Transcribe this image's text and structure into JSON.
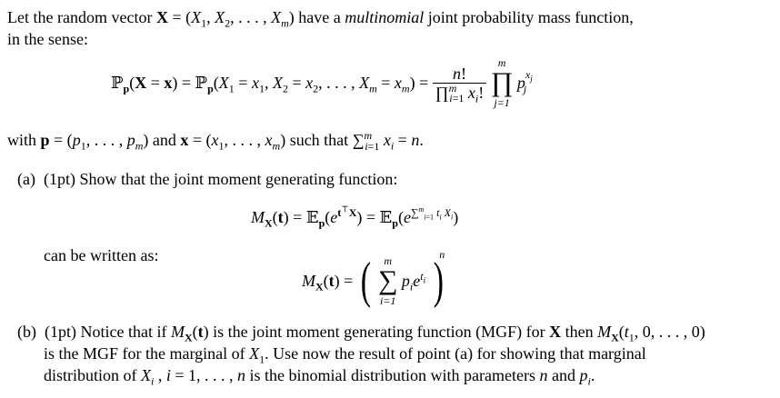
{
  "intro": {
    "line1": "Let the random vector",
    "mid1": "have a",
    "emph": "multinomial",
    "tail1": "joint probability mass function,",
    "line2": "in the sense:"
  },
  "eq1": {
    "lhs": "ℙ(X = x) = ℙ(X₁ = x₁, X₂ = x₂, …, Xₘ = xₘ) =",
    "num": "n!",
    "den": "∏ xᵢ!",
    "prod_top": "m",
    "prod_bot": "j=1"
  },
  "with_line": {
    "prefix": "with",
    "and": "and",
    "such": "such that"
  },
  "part_a": {
    "label": "(a)",
    "points": "(1pt)",
    "text": "Show that the joint moment generating function:",
    "can_be": "can be written as:"
  },
  "part_b": {
    "label": "(b)",
    "points": "(1pt)",
    "t1": "Notice that if",
    "t2": "is the joint moment generating function (MGF) for",
    "t3": "then",
    "t4": "is the MGF for the marginal of",
    "t5": ". Use now the result of point (a) for showing that marginal",
    "t6": "distribution of",
    "t7": "is the binomial distribution with parameters",
    "t8": "and"
  }
}
